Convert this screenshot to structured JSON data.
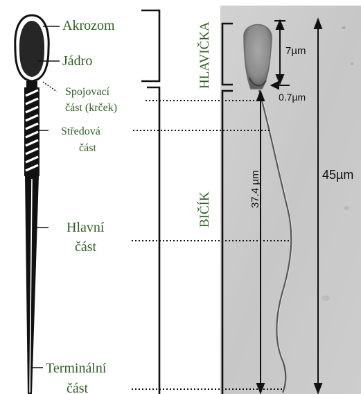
{
  "colors": {
    "label_green": "#2f5f22",
    "ink": "#111111",
    "photo_background": "#c9c9c9",
    "photo_head": "#8d8d8d"
  },
  "labels": {
    "acrosome": "Akrozom",
    "nucleus": "Jádro",
    "connecting_piece_line1": "Spojovací",
    "connecting_piece_line2": "část (krček)",
    "midpiece_line1": "Středová",
    "midpiece_line2": "část",
    "principal_piece_line1": "Hlavní",
    "principal_piece_line2": "část",
    "end_piece_line1": "Terminální",
    "end_piece_line2": "část",
    "head_bracket": "HLAVIČKA",
    "tail_bracket": "BIČÍK"
  },
  "measurements": {
    "head_length": "7µm",
    "neck_width": "0.7µm",
    "tail_length": "37.4 µm",
    "total_length": "45µm"
  }
}
